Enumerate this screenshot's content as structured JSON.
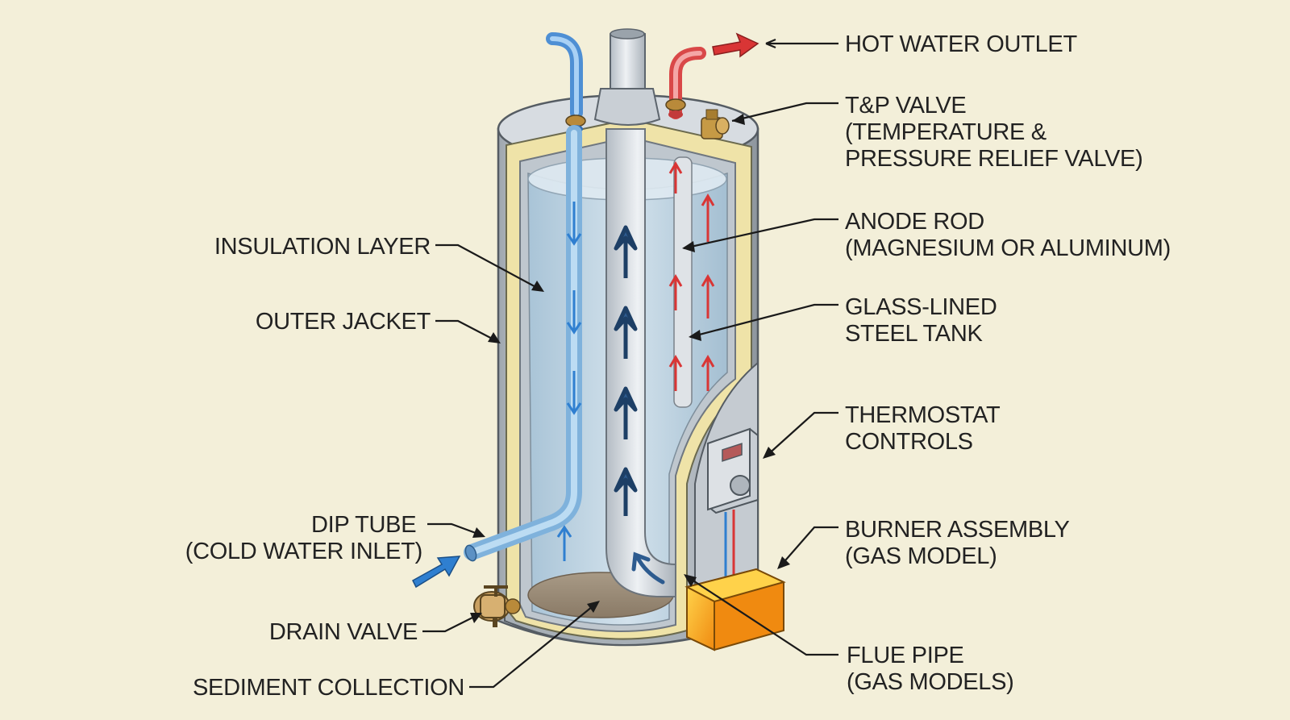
{
  "labels": {
    "hot_water_outlet": [
      "HOT WATER OUTLET"
    ],
    "tp_valve": [
      "T&P VALVE",
      "(TEMPERATURE &",
      "PRESSURE RELIEF VALVE)"
    ],
    "anode_rod": [
      "ANODE ROD",
      "(MAGNESIUM OR ALUMINUM)"
    ],
    "glass_lined_tank": [
      "GLASS-LINED",
      "STEEL TANK"
    ],
    "thermostat": [
      "THERMOSTAT",
      "CONTROLS"
    ],
    "burner": [
      "BURNER ASSEMBLY",
      "(GAS MODEL)"
    ],
    "flue_pipe": [
      "FLUE PIPE",
      "(GAS MODELS)"
    ],
    "insulation": [
      "INSULATION LAYER"
    ],
    "outer_jacket": [
      "OUTER JACKET"
    ],
    "dip_tube": [
      "DIP TUBE",
      "(COLD WATER INLET)"
    ],
    "drain_valve": [
      "DRAIN VALVE"
    ],
    "sediment": [
      "SEDIMENT COLLECTION"
    ]
  },
  "colors": {
    "background": "#f3efd9",
    "cold_water": "#2f7fd0",
    "hot_water": "#d93535",
    "insulation": "#efe3a8",
    "tank_metal": "#cfd5db",
    "water": "#c3d8e6",
    "burner": "#f5b51e"
  }
}
